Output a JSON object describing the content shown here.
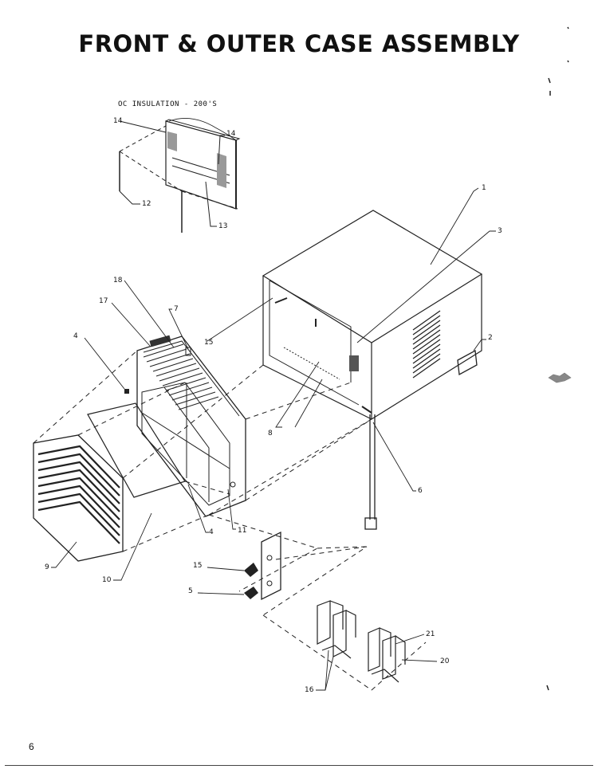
{
  "title": "FRONT & OUTER CASE ASSEMBLY",
  "subtitle": "OC INSULATION - 200'S",
  "page_number": "6",
  "callouts": {
    "c1": "1",
    "c2": "2",
    "c3": "3",
    "c4a": "4",
    "c4b": "4",
    "c5": "5",
    "c6": "6",
    "c7": "7",
    "c8": "8",
    "c9": "9",
    "c10": "10",
    "c11": "11",
    "c12": "12",
    "c13": "13",
    "c14a": "14",
    "c14b": "14",
    "c15a": "15",
    "c15b": "15",
    "c16": "16",
    "c17": "17",
    "c18": "18",
    "c20": "20",
    "c21": "21"
  }
}
